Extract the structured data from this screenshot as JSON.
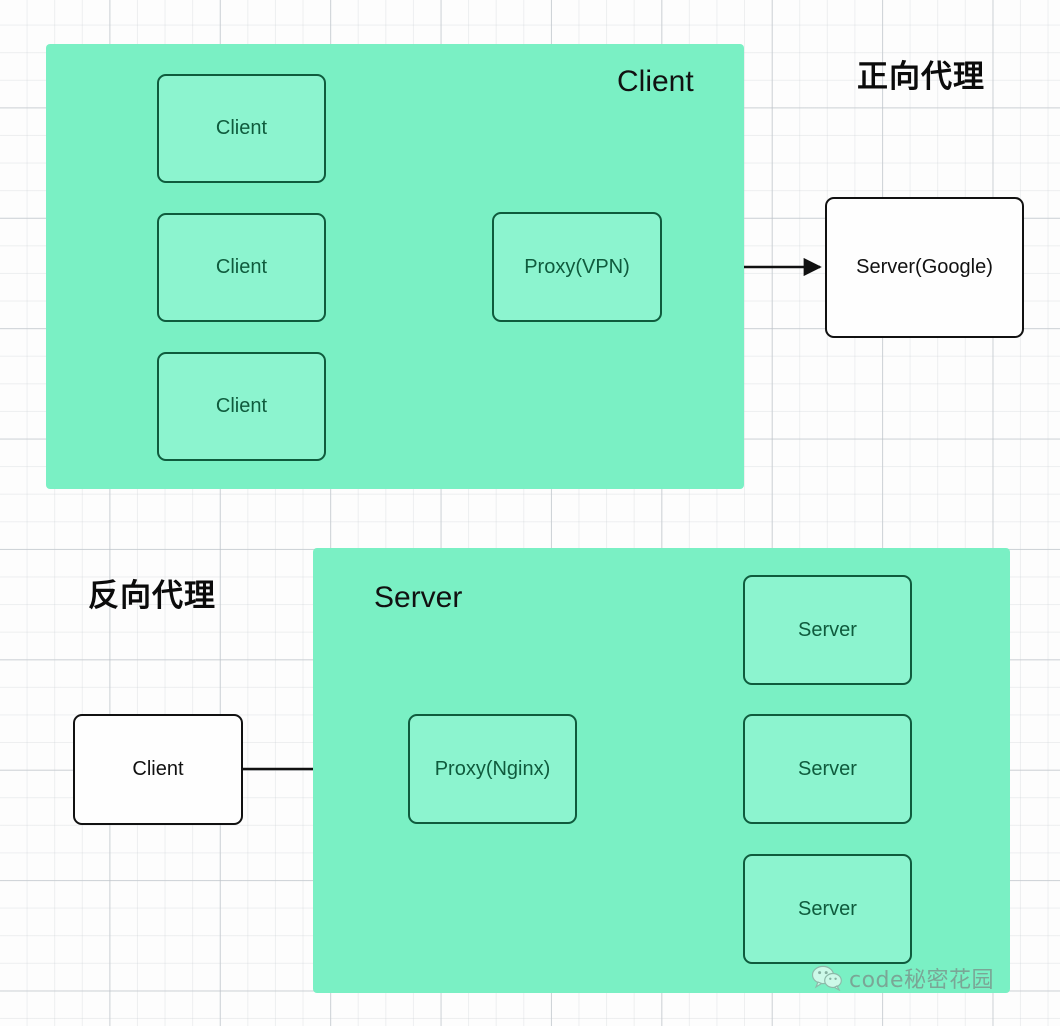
{
  "diagram": {
    "title_forward": "正向代理",
    "title_reverse": "反向代理",
    "colors": {
      "group_fill": "#7af0c4",
      "node_fill_green": "#8cf4cf",
      "node_stroke_green": "#0f5b3d",
      "node_fill_white": "#fefefe",
      "node_stroke_black": "#111111",
      "grid_line": "#aab2ba"
    },
    "forward_proxy": {
      "group_label": "Client",
      "clients": [
        {
          "label": "Client"
        },
        {
          "label": "Client"
        },
        {
          "label": "Client"
        }
      ],
      "proxy": {
        "label": "Proxy(VPN)"
      },
      "target": {
        "label": "Server(Google)"
      }
    },
    "reverse_proxy": {
      "group_label": "Server",
      "client": {
        "label": "Client"
      },
      "proxy": {
        "label": "Proxy(Nginx)"
      },
      "servers": [
        {
          "label": "Server"
        },
        {
          "label": "Server"
        },
        {
          "label": "Server"
        }
      ]
    }
  },
  "watermark": {
    "icon": "wechat-icon",
    "text": "code秘密花园"
  }
}
